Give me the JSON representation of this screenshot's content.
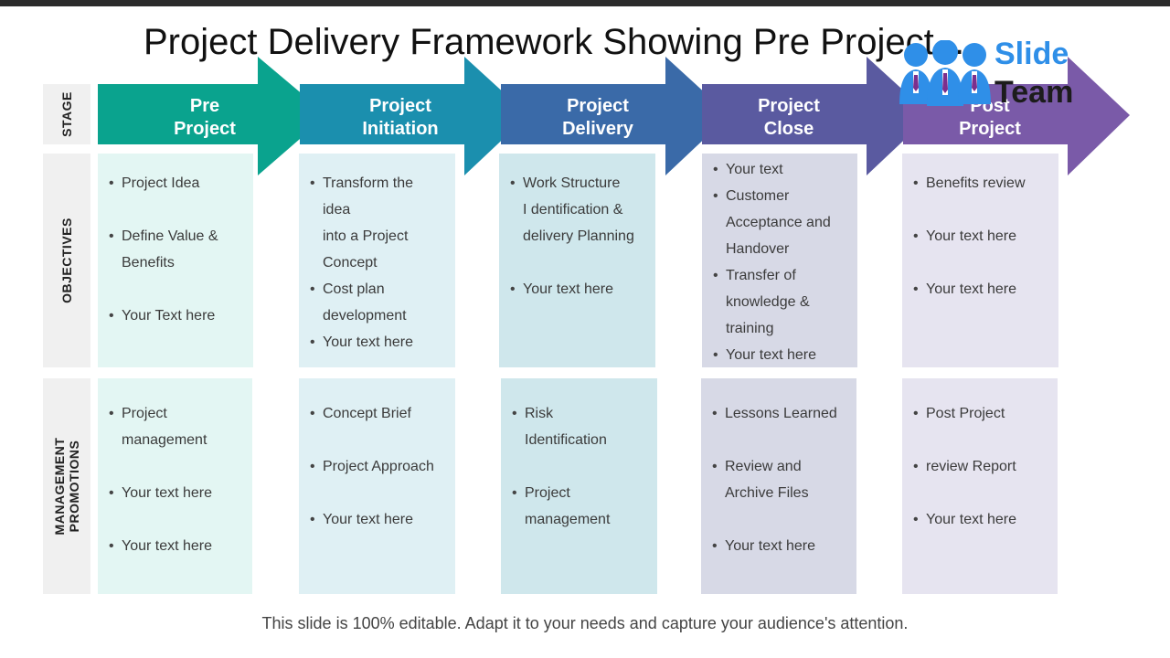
{
  "title": "Project Delivery Framework Showing Pre Project...",
  "logo": {
    "line1": "Slide",
    "line2": "Team"
  },
  "row_labels": {
    "stage": "STAGE",
    "objectives": "OBJECTIVES",
    "management": "MANAGEMENT\nPROMOTIONS"
  },
  "colors": {
    "stage1": "#0aa38e",
    "stage2": "#1b8fae",
    "stage3": "#3a6aa8",
    "stage4": "#5a5aa0",
    "stage5": "#7a5aa8",
    "col1_fill": "#e3f6f3",
    "col2_fill": "#dff0f4",
    "col3_fill": "#cfe7ec",
    "col4_fill": "#d7d9e6",
    "col5_fill": "#e6e4f0"
  },
  "stages": [
    {
      "line1": "Pre",
      "line2": "Project"
    },
    {
      "line1": "Project",
      "line2": "Initiation"
    },
    {
      "line1": "Project",
      "line2": "Delivery"
    },
    {
      "line1": "Project",
      "line2": "Close"
    },
    {
      "line1": "Post",
      "line2": "Project"
    }
  ],
  "objectives": [
    [
      "Project Idea",
      "",
      "Define Value &",
      "Benefits",
      "",
      "Your Text here"
    ],
    [
      "Transform the idea",
      "into a Project",
      "Concept",
      "Cost plan",
      "development",
      "Your text here"
    ],
    [
      "Work Structure",
      "I dentification &",
      "delivery Planning",
      "",
      "Your text here"
    ],
    [
      "Your text",
      "Customer",
      "Acceptance and",
      "Handover",
      "Transfer of",
      "knowledge &",
      "training",
      "Your text here"
    ],
    [
      "Benefits review",
      "",
      "Your text here",
      "",
      "Your text here"
    ]
  ],
  "management": [
    [
      "Project",
      "management",
      "",
      "Your text  here",
      "",
      "Your  text  here"
    ],
    [
      "Concept Brief",
      "",
      "Project Approach",
      "",
      "Your text here"
    ],
    [
      "Risk",
      "Identification",
      "",
      "Project",
      "management"
    ],
    [
      "Lessons Learned",
      "",
      "Review and",
      "Archive Files",
      "",
      "Your text here"
    ],
    [
      "Post Project",
      "",
      "review Report",
      "",
      "Your text here"
    ]
  ],
  "footer": "This slide is 100% editable. Adapt it to your needs and capture your audience's attention."
}
